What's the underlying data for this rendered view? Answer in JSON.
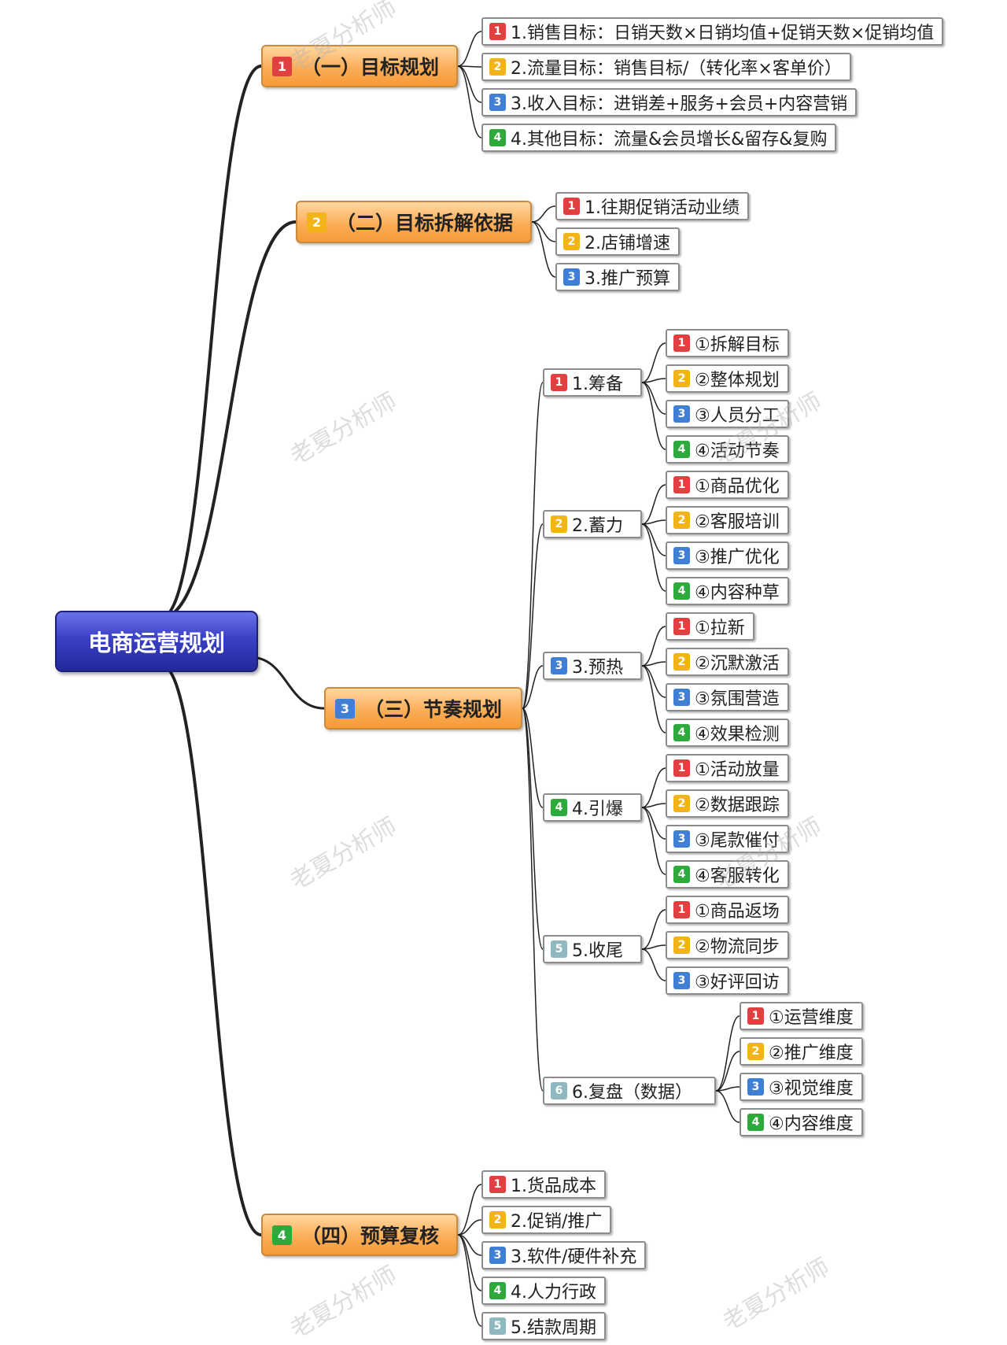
{
  "watermark": "老夏分析师",
  "colors": {
    "red": "#e04040",
    "yellow": "#f2b418",
    "blue": "#3f7fd6",
    "green": "#2eaa3c",
    "grey": "#8fb8c0"
  },
  "root": {
    "label": "电商运营规划"
  },
  "branches": [
    {
      "badge": "1",
      "badge_color": "red",
      "label": "（一）目标规划",
      "children": [
        {
          "badge": "1",
          "badge_color": "red",
          "label": "1.销售目标：日销天数×日销均值+促销天数×促销均值"
        },
        {
          "badge": "2",
          "badge_color": "yellow",
          "label": "2.流量目标：销售目标/（转化率×客单价）"
        },
        {
          "badge": "3",
          "badge_color": "blue",
          "label": "3.收入目标：进销差+服务+会员+内容营销"
        },
        {
          "badge": "4",
          "badge_color": "green",
          "label": "4.其他目标：流量&会员增长&留存&复购"
        }
      ]
    },
    {
      "badge": "2",
      "badge_color": "yellow",
      "label": "（二）目标拆解依据",
      "children": [
        {
          "badge": "1",
          "badge_color": "red",
          "label": "1.往期促销活动业绩"
        },
        {
          "badge": "2",
          "badge_color": "yellow",
          "label": "2.店铺增速"
        },
        {
          "badge": "3",
          "badge_color": "blue",
          "label": "3.推广预算"
        }
      ]
    },
    {
      "badge": "3",
      "badge_color": "blue",
      "label": "（三）节奏规划",
      "children": [
        {
          "badge": "1",
          "badge_color": "red",
          "label": "1.筹备",
          "children": [
            {
              "badge": "1",
              "badge_color": "red",
              "label": "①拆解目标"
            },
            {
              "badge": "2",
              "badge_color": "yellow",
              "label": "②整体规划"
            },
            {
              "badge": "3",
              "badge_color": "blue",
              "label": "③人员分工"
            },
            {
              "badge": "4",
              "badge_color": "green",
              "label": "④活动节奏"
            }
          ]
        },
        {
          "badge": "2",
          "badge_color": "yellow",
          "label": "2.蓄力",
          "children": [
            {
              "badge": "1",
              "badge_color": "red",
              "label": "①商品优化"
            },
            {
              "badge": "2",
              "badge_color": "yellow",
              "label": "②客服培训"
            },
            {
              "badge": "3",
              "badge_color": "blue",
              "label": "③推广优化"
            },
            {
              "badge": "4",
              "badge_color": "green",
              "label": "④内容种草"
            }
          ]
        },
        {
          "badge": "3",
          "badge_color": "blue",
          "label": "3.预热",
          "children": [
            {
              "badge": "1",
              "badge_color": "red",
              "label": "①拉新"
            },
            {
              "badge": "2",
              "badge_color": "yellow",
              "label": "②沉默激活"
            },
            {
              "badge": "3",
              "badge_color": "blue",
              "label": "③氛围营造"
            },
            {
              "badge": "4",
              "badge_color": "green",
              "label": "④效果检测"
            }
          ]
        },
        {
          "badge": "4",
          "badge_color": "green",
          "label": "4.引爆",
          "children": [
            {
              "badge": "1",
              "badge_color": "red",
              "label": "①活动放量"
            },
            {
              "badge": "2",
              "badge_color": "yellow",
              "label": "②数据跟踪"
            },
            {
              "badge": "3",
              "badge_color": "blue",
              "label": "③尾款催付"
            },
            {
              "badge": "4",
              "badge_color": "green",
              "label": "④客服转化"
            }
          ]
        },
        {
          "badge": "5",
          "badge_color": "grey",
          "label": "5.收尾",
          "children": [
            {
              "badge": "1",
              "badge_color": "red",
              "label": "①商品返场"
            },
            {
              "badge": "2",
              "badge_color": "yellow",
              "label": "②物流同步"
            },
            {
              "badge": "3",
              "badge_color": "blue",
              "label": "③好评回访"
            }
          ]
        },
        {
          "badge": "6",
          "badge_color": "grey",
          "label": "6.复盘（数据）",
          "children": [
            {
              "badge": "1",
              "badge_color": "red",
              "label": "①运营维度"
            },
            {
              "badge": "2",
              "badge_color": "yellow",
              "label": "②推广维度"
            },
            {
              "badge": "3",
              "badge_color": "blue",
              "label": "③视觉维度"
            },
            {
              "badge": "4",
              "badge_color": "green",
              "label": "④内容维度"
            }
          ]
        }
      ]
    },
    {
      "badge": "4",
      "badge_color": "green",
      "label": "（四）预算复核",
      "children": [
        {
          "badge": "1",
          "badge_color": "red",
          "label": "1.货品成本"
        },
        {
          "badge": "2",
          "badge_color": "yellow",
          "label": "2.促销/推广"
        },
        {
          "badge": "3",
          "badge_color": "blue",
          "label": "3.软件/硬件补充"
        },
        {
          "badge": "4",
          "badge_color": "green",
          "label": "4.人力行政"
        },
        {
          "badge": "5",
          "badge_color": "grey",
          "label": "5.结款周期"
        }
      ]
    }
  ]
}
